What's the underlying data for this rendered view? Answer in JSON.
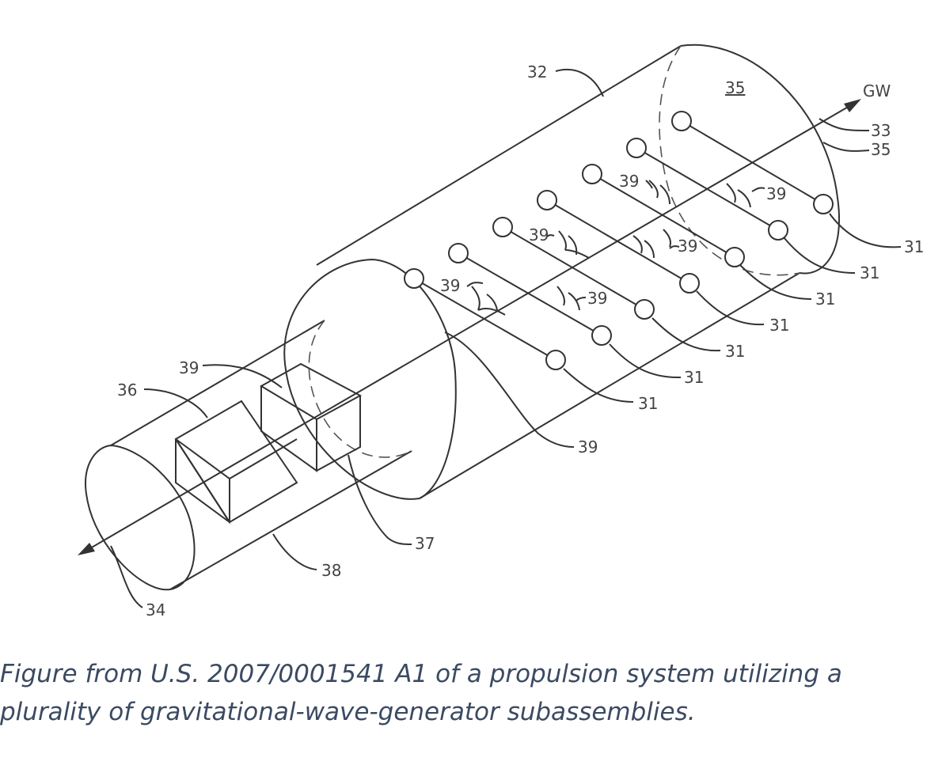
{
  "figure": {
    "labels": {
      "gw": "GW",
      "r32": "32",
      "r33": "33",
      "r34": "34",
      "r35_face": "35",
      "r35": "35",
      "r36": "36",
      "r37": "37",
      "r38": "38",
      "r39": "39",
      "r31": "31"
    },
    "caption_line1": "Figure from U.S. 2007/0001541 A1 of a propulsion system utilizing a",
    "caption_line2": "plurality of gravitational-wave-generator subassemblies."
  }
}
